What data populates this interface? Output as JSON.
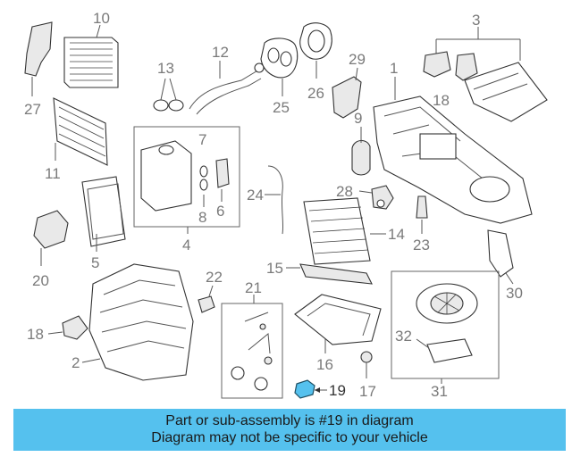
{
  "callouts": {
    "n1": "1",
    "n2": "2",
    "n3": "3",
    "n4": "4",
    "n5": "5",
    "n6": "6",
    "n7": "7",
    "n8": "8",
    "n9": "9",
    "n10": "10",
    "n11": "11",
    "n12": "12",
    "n13": "13",
    "n14": "14",
    "n15": "15",
    "n16": "16",
    "n17": "17",
    "n18a": "18",
    "n18b": "18",
    "n19": "19",
    "n20": "20",
    "n21": "21",
    "n22": "22",
    "n23": "23",
    "n24": "24",
    "n25": "25",
    "n26": "26",
    "n27": "27",
    "n28": "28",
    "n29": "29",
    "n30": "30",
    "n31": "31",
    "n32": "32"
  },
  "highlight": {
    "color": "#55c1ee",
    "part": "19"
  },
  "banner": {
    "line1": "Part or sub-assembly is #19 in diagram",
    "line2": "Diagram may not be specific to your vehicle"
  }
}
